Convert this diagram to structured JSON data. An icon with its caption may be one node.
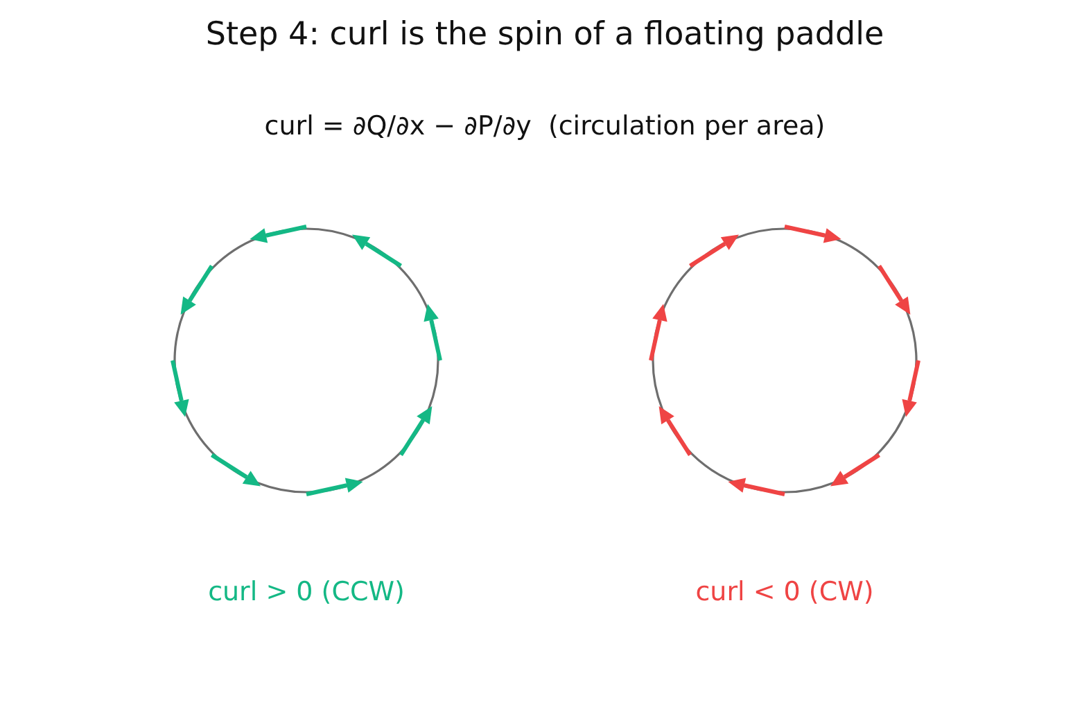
{
  "diagram": {
    "title": "Step 4: curl is the spin of a floating paddle",
    "nodes": [
      {
        "text": [],
        "shape": "circle",
        "beside": [
          "curl > 0 (CCW)"
        ]
      },
      {
        "text": [],
        "shape": "circle",
        "beside": [
          "curl < 0 (CW)"
        ]
      }
    ],
    "labels": [
      "curl = ∂Q/∂x − ∂P/∂y  (circulation per area)"
    ]
  }
}
